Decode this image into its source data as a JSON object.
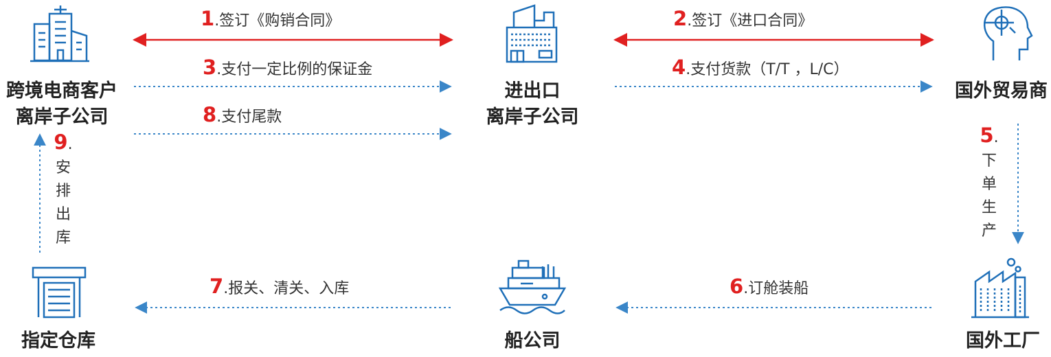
{
  "colors": {
    "icon": "#1e6fb8",
    "contract_arrow": "#e02020",
    "flow_arrow": "#3a86c8",
    "step_number": "#e02020",
    "text": "#333333"
  },
  "nodes": {
    "customer": {
      "line1": "跨境电商客户",
      "line2": "离岸子公司",
      "icon": "office-buildings-icon"
    },
    "importer": {
      "line1": "进出口",
      "line2": "离岸子公司",
      "icon": "office-building-icon"
    },
    "trader": {
      "line1": "国外贸易商",
      "icon": "head-profile-icon"
    },
    "factory": {
      "line1": "国外工厂",
      "icon": "factory-icon"
    },
    "shipping": {
      "line1": "船公司",
      "icon": "ship-icon"
    },
    "warehouse": {
      "line1": "指定仓库",
      "icon": "warehouse-icon"
    }
  },
  "edges": {
    "e1": {
      "num": "1",
      "text": "签订《购销合同》"
    },
    "e2": {
      "num": "2",
      "text": "签订《进口合同》"
    },
    "e3": {
      "num": "3",
      "text": "支付一定比例的保证金"
    },
    "e4": {
      "num": "4",
      "text": "支付货款（T/T ，L/C）"
    },
    "e5": {
      "num": "5",
      "chars": [
        "下",
        "单",
        "生",
        "产"
      ]
    },
    "e6": {
      "num": "6",
      "text": "订舱装船"
    },
    "e7": {
      "num": "7",
      "text": "报关、清关、入库"
    },
    "e8": {
      "num": "8",
      "text": "支付尾款"
    },
    "e9": {
      "num": "9",
      "chars": [
        "安",
        "排",
        "出",
        "库"
      ]
    }
  }
}
